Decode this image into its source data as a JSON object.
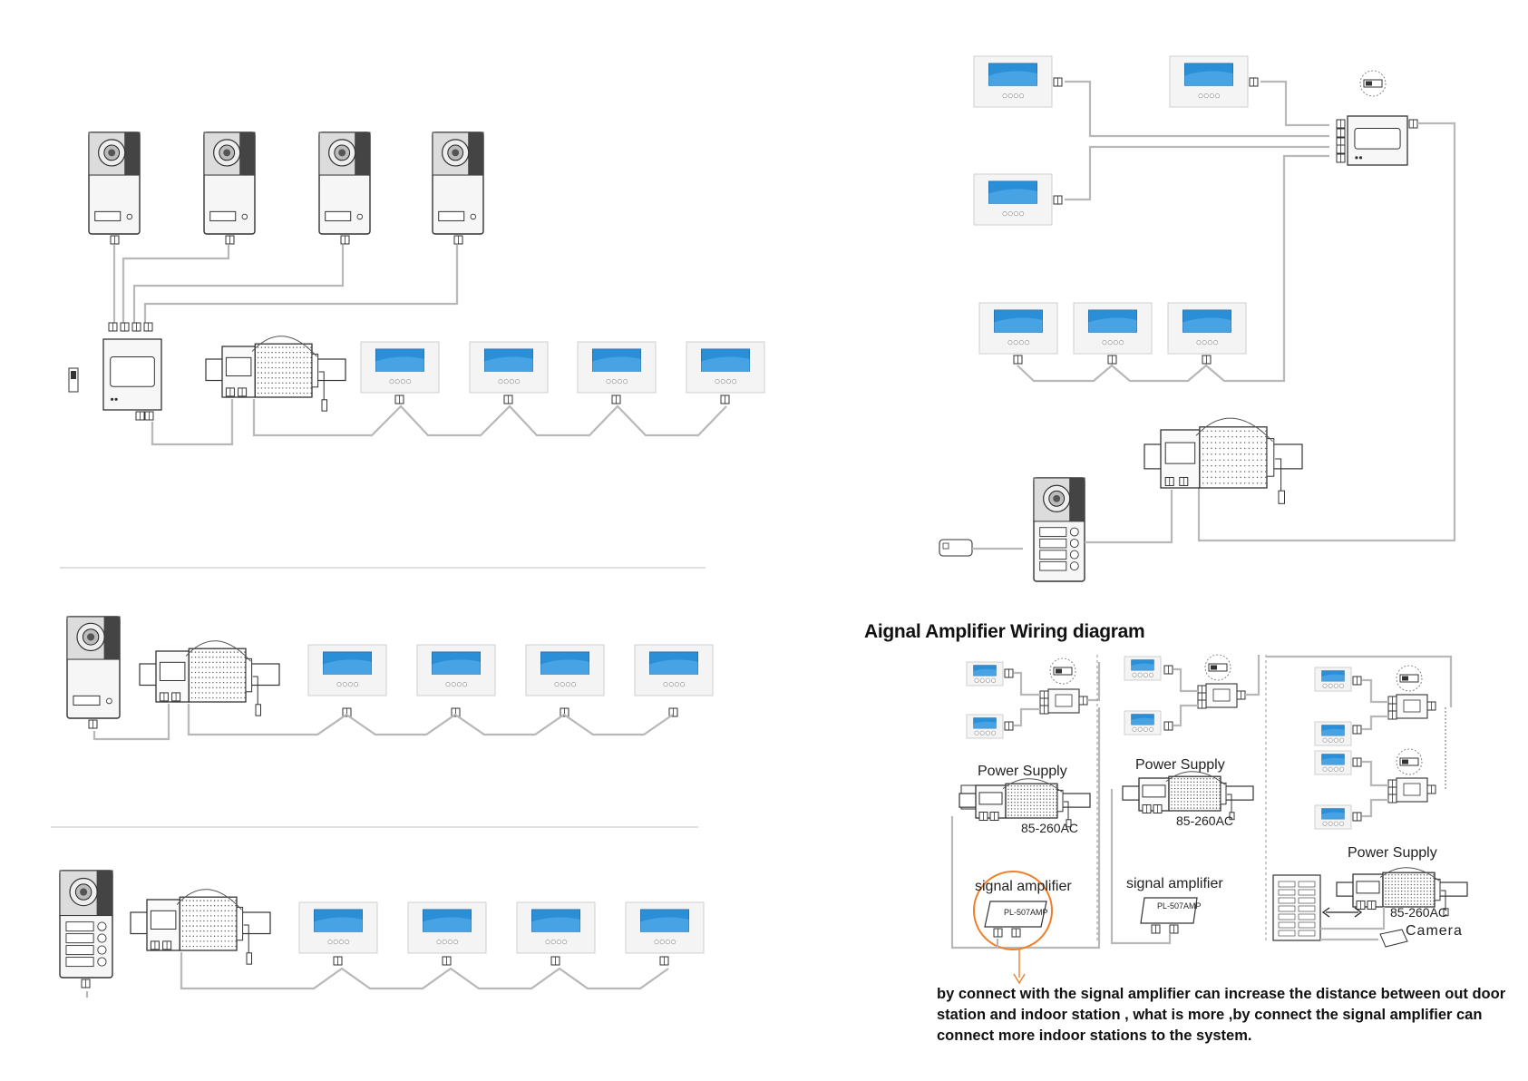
{
  "diagram": {
    "title": "Aignal Amplifier Wiring diagram",
    "labels": {
      "power_supply_1": "Power Supply",
      "power_supply_2": "Power Supply",
      "power_supply_3": "Power Supply",
      "voltage_1": "85-260AC",
      "voltage_2": "85-260AC",
      "voltage_3": "85-260AC",
      "signal_amplifier_1": "signal amplifier",
      "signal_amplifier_2": "signal amplifier",
      "amp_model_1": "PL-507AMP",
      "amp_model_2": "PL-507AMP",
      "camera": "Camera"
    },
    "note": "by connect with the signal amplifier can increase the distance between out door station and indoor station , what is more ,by connect the signal amplifier can connect more indoor stations to the system.",
    "colors": {
      "wire": "#b8b8b8",
      "screen": "#2a8fd6",
      "accent": "#f07f2a",
      "device": "#f2f2f2",
      "outline": "#555555"
    }
  }
}
